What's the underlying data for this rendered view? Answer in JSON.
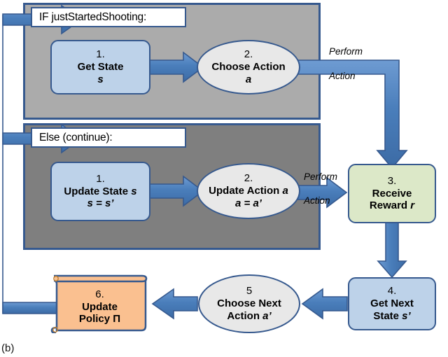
{
  "figure": {
    "caption": "(b)",
    "accent_blue": "#4A7EBB",
    "border_blue": "#36598E",
    "box_blue_fill": "#BDD2E9",
    "box_green_fill": "#DCE8C8",
    "ellipse_fill": "#E8E8E8",
    "doc_orange_fill": "#FAC090",
    "panel_if_bg": "#ABABAB",
    "panel_else_bg": "#7F7F7F"
  },
  "branches": {
    "if_label": "IF justStartedShooting:",
    "else_label": "Else (continue):"
  },
  "nodes": {
    "get_state": {
      "number": "1.",
      "title": "Get State",
      "symbol": "s"
    },
    "choose_action": {
      "number": "2.",
      "title": "Choose Action",
      "symbol": "a"
    },
    "update_state": {
      "number": "1.",
      "title": "Update State",
      "title_symbol": "s",
      "symbol": "s = s’"
    },
    "update_action": {
      "number": "2.",
      "title": "Update Action",
      "title_symbol": "a",
      "symbol": "a = a’"
    },
    "receive_reward": {
      "number": "3.",
      "title": "Receive",
      "title2": "Reward",
      "title_symbol": "r"
    },
    "get_next_state": {
      "number": "4.",
      "title": "Get Next",
      "title2": "State",
      "title_symbol": "s’"
    },
    "choose_next_action": {
      "number": "5",
      "title": "Choose Next",
      "title2": "Action",
      "title_symbol": "a’"
    },
    "update_policy": {
      "number": "6.",
      "title": "Update",
      "title2": "Policy Π"
    }
  },
  "edge_labels": {
    "perform_top": "Perform",
    "action_top": "Action",
    "perform_bottom": "Perform",
    "action_bottom": "Action"
  }
}
